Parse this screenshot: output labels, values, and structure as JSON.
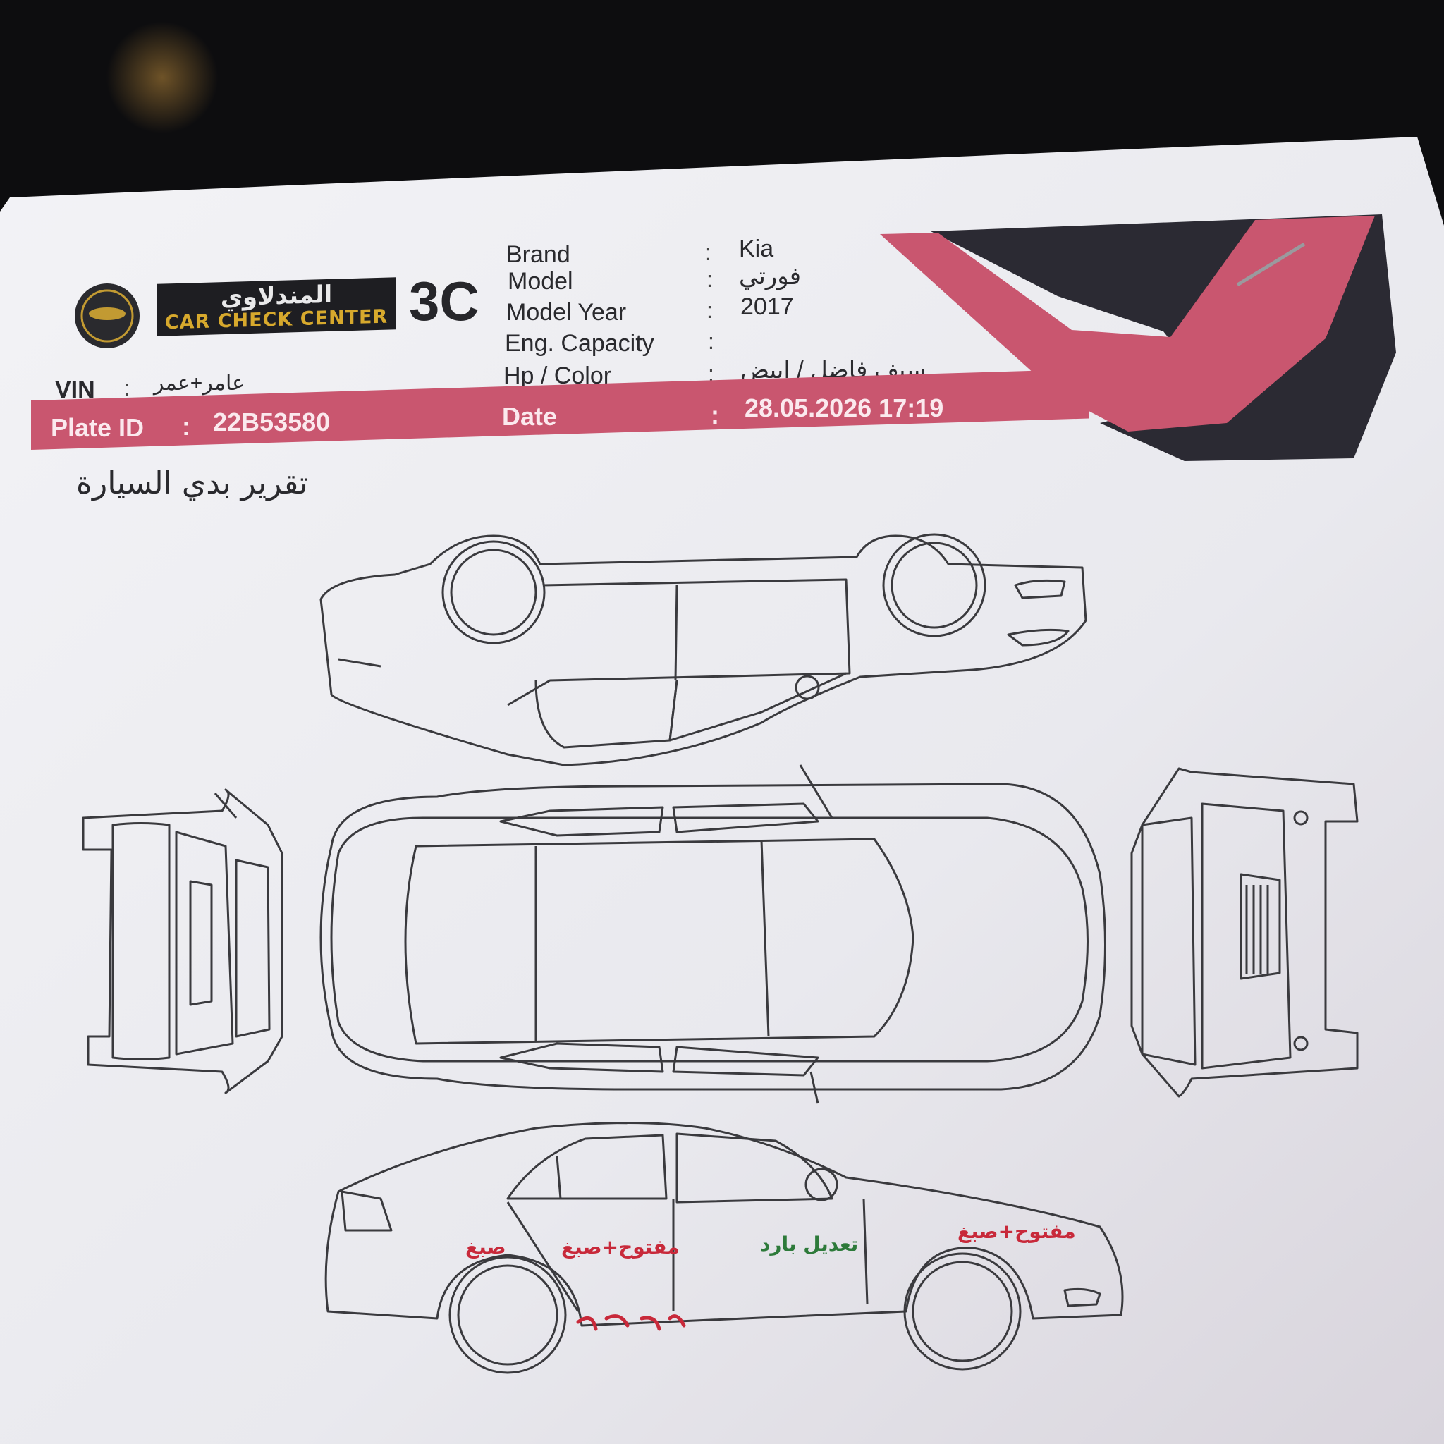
{
  "header": {
    "company_arabic": "المندلاوي",
    "company_english": "CAR CHECK CENTER",
    "code": "3C",
    "vin_label": "VIN",
    "vin_value": "عامر+عمر",
    "brand_label": "Brand",
    "brand_value": "Kia",
    "model_label": "Model",
    "model_value": "فورتي",
    "year_label": "Model Year",
    "year_value": "2017",
    "eng_label": "Eng. Capacity",
    "eng_value": "",
    "hp_label": "Hp / Color",
    "hp_value": "سيف فاضل / ابيض",
    "plate_label": "Plate ID",
    "plate_value": "22B53580",
    "date_label": "Date",
    "date_value": "28.05.2026 17:19",
    "colon": ":"
  },
  "report": {
    "title": "تقرير بدي السيارة"
  },
  "annotations": [
    {
      "text": "صبغ",
      "color": "red"
    },
    {
      "text": "مفتوح+صبغ",
      "color": "red"
    },
    {
      "text": "تعديل بارد",
      "color": "green"
    },
    {
      "text": "مفتوح+صبغ",
      "color": "red"
    }
  ],
  "colors": {
    "accent_pink": "#c9566f",
    "dark_band": "#2b2a33",
    "note_red": "#c8293a",
    "note_green": "#2d7a3a"
  }
}
